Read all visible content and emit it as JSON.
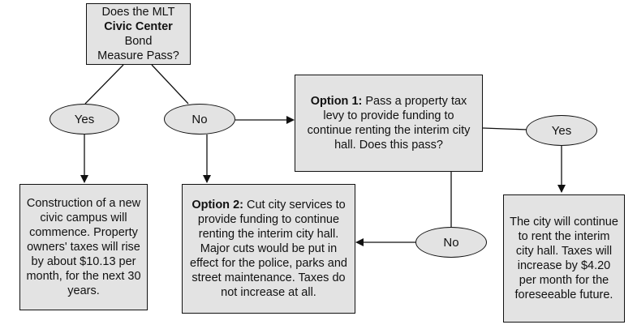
{
  "nodes": {
    "question": {
      "line1": "Does the MLT",
      "line2_bold": "Civic Center",
      "line2_rest": " Bond",
      "line3": "Measure Pass?"
    },
    "yes_left": {
      "label": "Yes"
    },
    "no_left": {
      "label": "No"
    },
    "construction": {
      "text": "Construction of a new civic campus will commence. Property owners' taxes will rise by about $10.13 per month, for the next 30 years."
    },
    "option1": {
      "bold": "Option 1:",
      "text": " Pass a property tax levy to provide funding to continue renting the interim city hall. Does this pass?"
    },
    "yes_right": {
      "label": "Yes"
    },
    "no_right": {
      "label": "No"
    },
    "option2": {
      "bold": "Option 2:",
      "text": " Cut city services to provide funding to continue renting the interim city hall. Major cuts would be put in effect for the police, parks and street maintenance. Taxes do not increase at all."
    },
    "rent": {
      "text": "The city will continue to rent the interim city hall. Taxes will increase by $4.20 per month for the foreseeable future."
    }
  },
  "colors": {
    "fill": "#e3e3e3",
    "stroke": "#111111"
  }
}
